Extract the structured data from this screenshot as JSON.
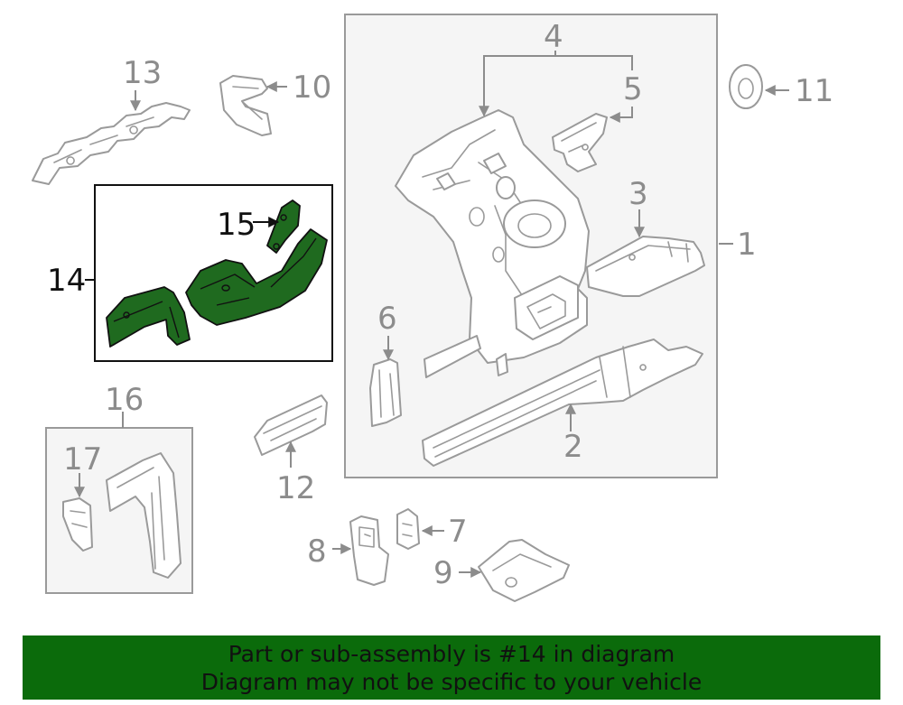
{
  "colors": {
    "highlight": "#1f6a1f",
    "banner": "#0b6b0b",
    "line": "#9a9a9a",
    "box_fill": "#f5f5f5"
  },
  "callouts": {
    "c1": "1",
    "c2": "2",
    "c3": "3",
    "c4": "4",
    "c5": "5",
    "c6": "6",
    "c7": "7",
    "c8": "8",
    "c9": "9",
    "c10": "10",
    "c11": "11",
    "c12": "12",
    "c13": "13",
    "c14": "14",
    "c15": "15",
    "c16": "16",
    "c17": "17"
  },
  "banner": {
    "line1": "Part or sub-assembly is #14 in diagram",
    "line2": "Diagram may not be specific to your vehicle"
  }
}
